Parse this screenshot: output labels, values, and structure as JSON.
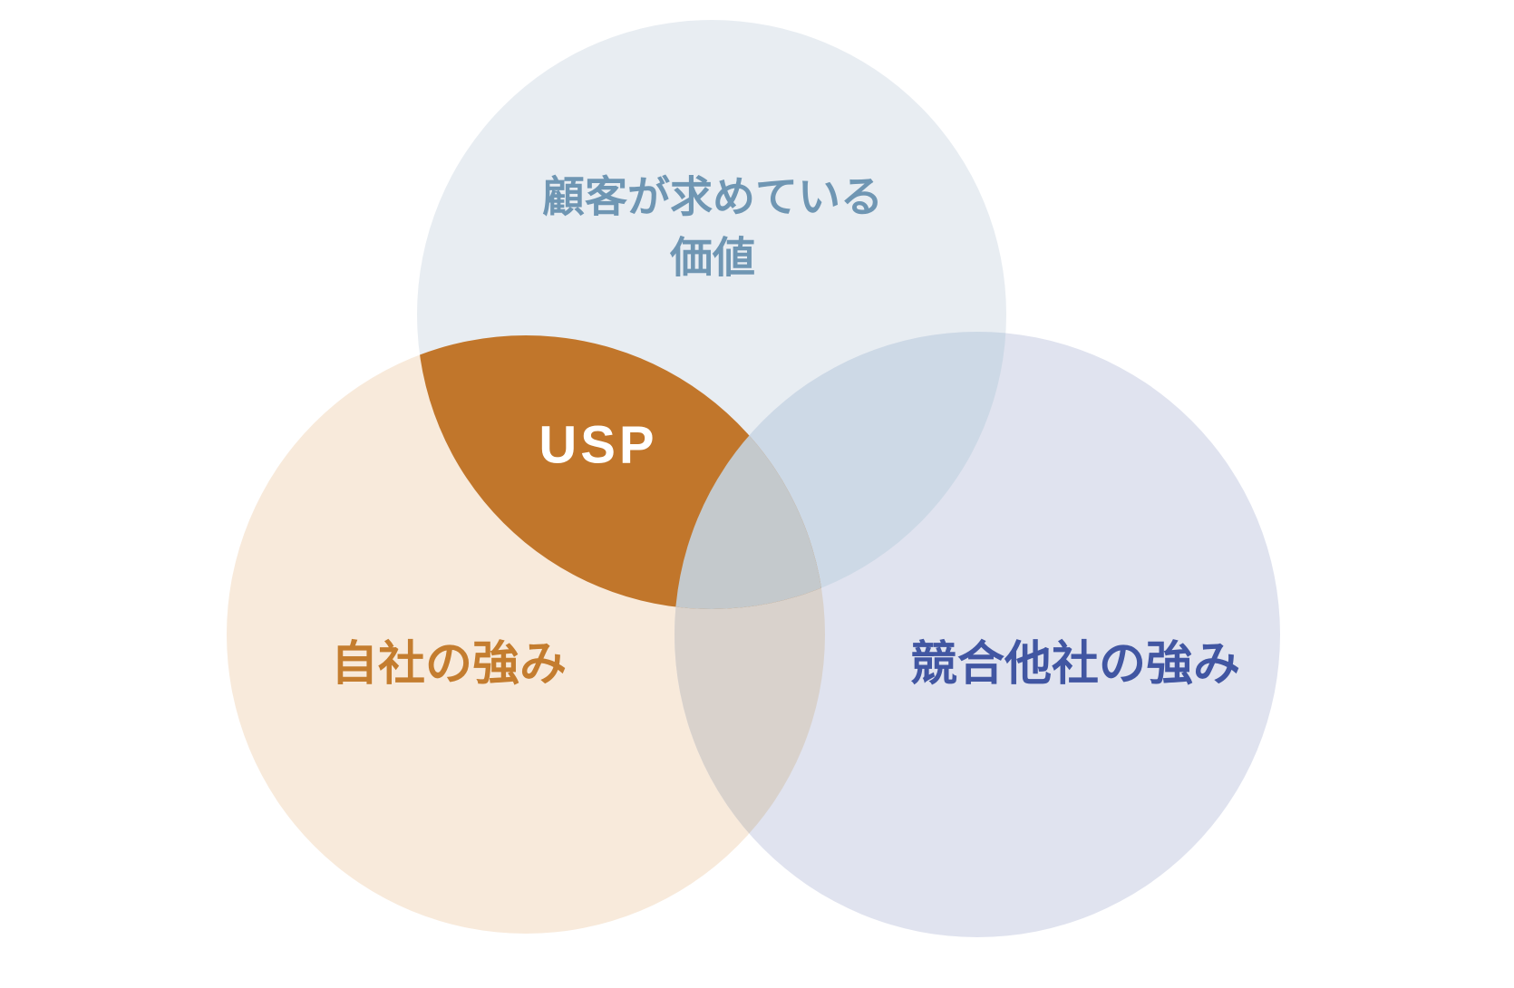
{
  "diagram": {
    "type": "venn",
    "background": "#ffffff",
    "circles": {
      "top": {
        "label_line1": "顧客が求めている",
        "label_line2": "価値",
        "fill": "#e8edf2",
        "label_color": "#6f96b3"
      },
      "left": {
        "label": "自社の強み",
        "fill": "#f8eadb",
        "label_color": "#c47d2f"
      },
      "right": {
        "label": "競合他社の強み",
        "fill": "#e0e3ef",
        "label_color": "#4156a2"
      }
    },
    "overlaps": {
      "top_left": {
        "label": "USP",
        "fill": "#c1762b",
        "label_color": "#ffffff"
      },
      "top_right": {
        "fill": "#cdd9e6"
      },
      "left_right": {
        "fill": "#d9d2cc"
      },
      "center": {
        "fill": "#c4c9cc"
      }
    }
  }
}
